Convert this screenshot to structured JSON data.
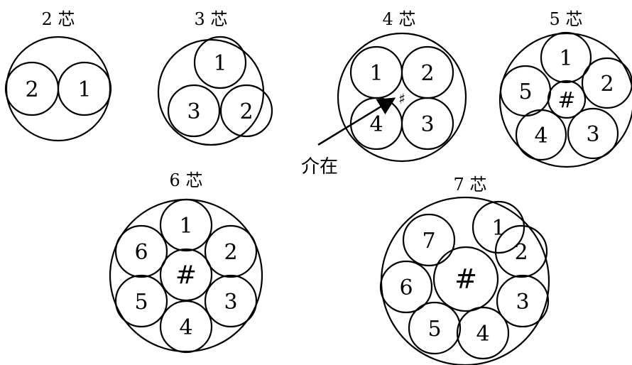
{
  "diagrams": [
    {
      "id": "2",
      "title": "2 芯",
      "cores": [
        "2",
        "1"
      ],
      "filler": ""
    },
    {
      "id": "3",
      "title": "3 芯",
      "cores": [
        "1",
        "3",
        "2"
      ],
      "filler": ""
    },
    {
      "id": "4",
      "title": "4 芯",
      "cores": [
        "1",
        "2",
        "4",
        "3"
      ],
      "filler": "♯"
    },
    {
      "id": "5",
      "title": "5 芯",
      "cores": [
        "1",
        "5",
        "2",
        "4",
        "3"
      ],
      "filler": "#"
    },
    {
      "id": "6",
      "title": "6 芯",
      "cores": [
        "1",
        "6",
        "2",
        "5",
        "3",
        "4"
      ],
      "filler": "#"
    },
    {
      "id": "7",
      "title": "7 芯",
      "cores": [
        "1",
        "7",
        "2",
        "6",
        "3",
        "5",
        "4"
      ],
      "filler": "#"
    }
  ],
  "annotation": {
    "label": "介在"
  }
}
